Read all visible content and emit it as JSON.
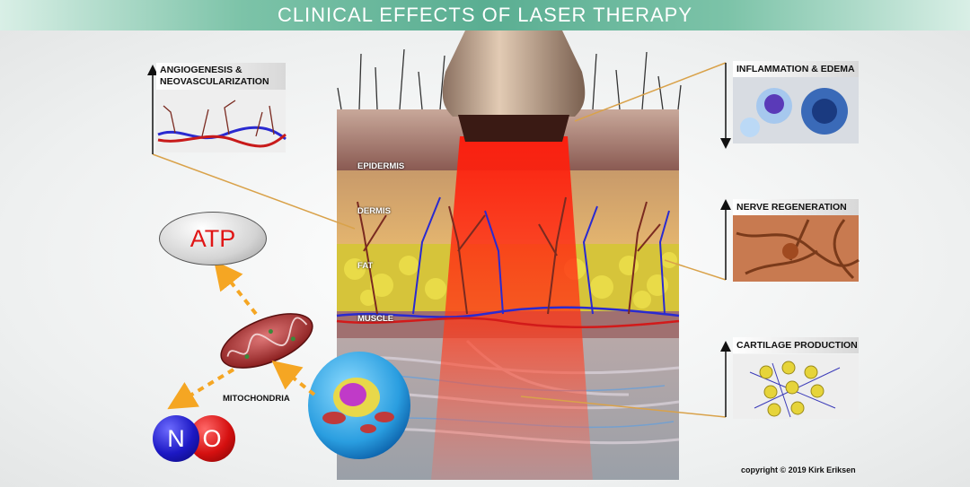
{
  "title": "CLINICAL EFFECTS OF LASER THERAPY",
  "layers": {
    "epidermis": "EPIDERMIS",
    "dermis": "DERMIS",
    "fat": "FAT",
    "muscle": "MUSCLE"
  },
  "effects": {
    "angiogenesis_line1": "ANGIOGENESIS &",
    "angiogenesis_line2": "NEOVASCULARIZATION",
    "inflammation": "INFLAMMATION & EDEMA",
    "nerve": "NERVE REGENERATION",
    "cartilage": "CARTILAGE PRODUCTION"
  },
  "molecules": {
    "atp": "ATP",
    "mitochondria": "MITOCHONDRIA",
    "nitrogen": "N",
    "oxygen": "O"
  },
  "copyright": "copyright © 2019  Kirk Eriksen",
  "colors": {
    "banner": "#5aae92",
    "laser": "#ff2a1a",
    "arrow_orange": "#f5a623",
    "leader_line": "#d9a24a"
  }
}
